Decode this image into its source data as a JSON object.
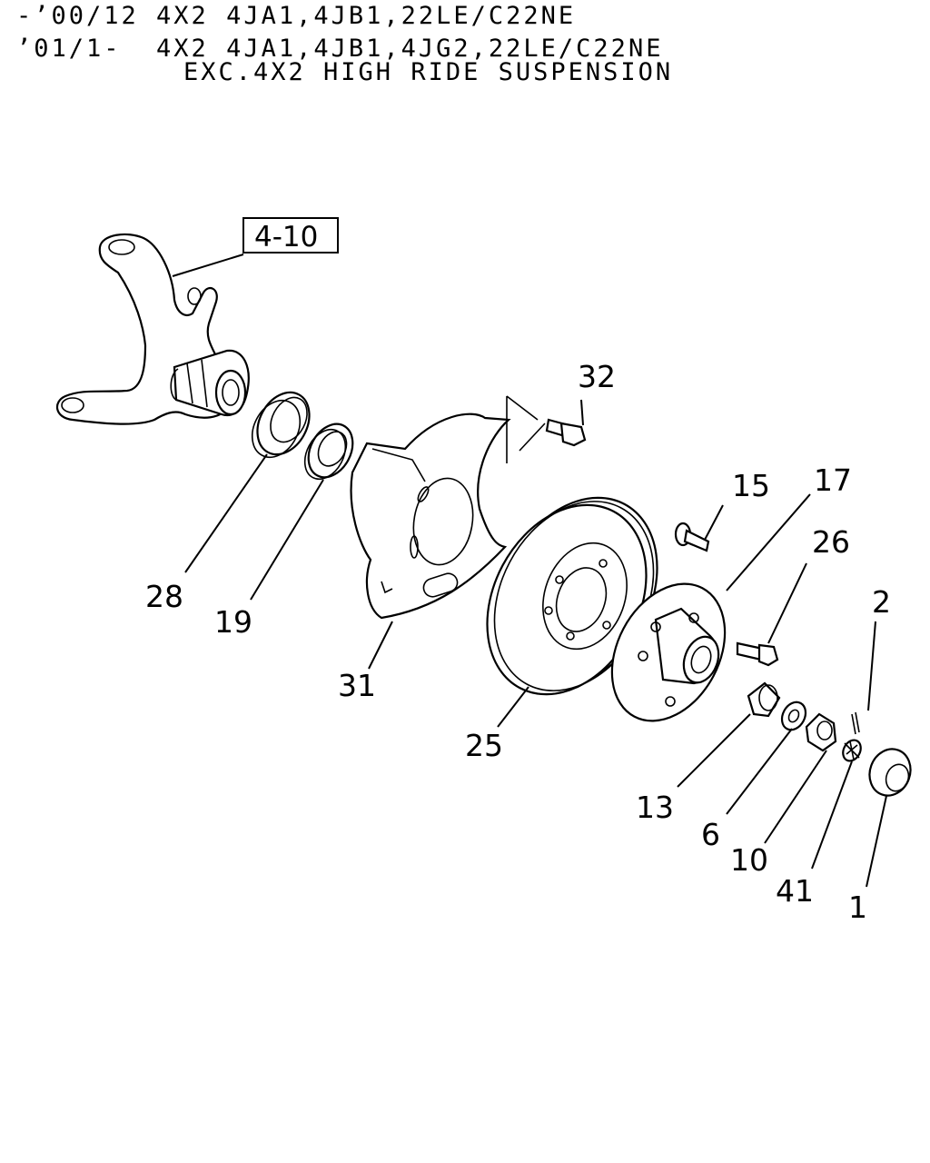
{
  "header": {
    "line1": "-’00/12 4X2 4JA1,4JB1,22LE/C22NE",
    "line2": "’01/1-  4X2 4JA1,4JB1,4JG2,22LE/C22NE",
    "line3": "EXC.4X2 HIGH RIDE SUSPENSION"
  },
  "reference_box": "4-10",
  "callouts": {
    "c32": "32",
    "c15": "15",
    "c17": "17",
    "c26": "26",
    "c2": "2",
    "c28": "28",
    "c19": "19",
    "c31": "31",
    "c25": "25",
    "c13": "13",
    "c6": "6",
    "c10": "10",
    "c41": "41",
    "c1": "1"
  }
}
